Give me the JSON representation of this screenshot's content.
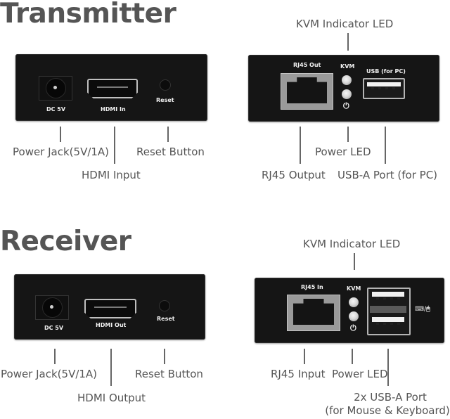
{
  "sections": {
    "transmitter": {
      "title": "Transmitter",
      "front_panel": {
        "port_labels": [
          "DC 5V",
          "HDMI In",
          "Reset"
        ],
        "callouts": {
          "power_jack": "Power Jack(5V/1A)",
          "hdmi": "HDMI Input",
          "reset": "Reset Button"
        }
      },
      "rear_panel": {
        "port_labels": {
          "rj45": "RJ45 Out",
          "kvm": "KVM",
          "usb": "USB (for PC)",
          "power_glyph": "⏻"
        },
        "callouts": {
          "kvm_led": "KVM Indicator LED",
          "power_led": "Power LED",
          "rj45": "RJ45 Output",
          "usb": "USB-A Port (for PC)"
        }
      }
    },
    "receiver": {
      "title": "Receiver",
      "front_panel": {
        "port_labels": [
          "DC 5V",
          "HDMI Out",
          "Reset"
        ],
        "callouts": {
          "power_jack": "Power Jack(5V/1A)",
          "hdmi": "HDMI Output",
          "reset": "Reset Button"
        }
      },
      "rear_panel": {
        "port_labels": {
          "rj45": "RJ45 In",
          "kvm": "KVM",
          "power_glyph": "⏻",
          "usb_icons": "⌨/🖱"
        },
        "callouts": {
          "kvm_led": "KVM Indicator LED",
          "power_led": "Power LED",
          "rj45": "RJ45 Input",
          "usb_line1": "2x USB-A Port",
          "usb_line2": "(for Mouse & Keyboard)"
        }
      }
    }
  }
}
